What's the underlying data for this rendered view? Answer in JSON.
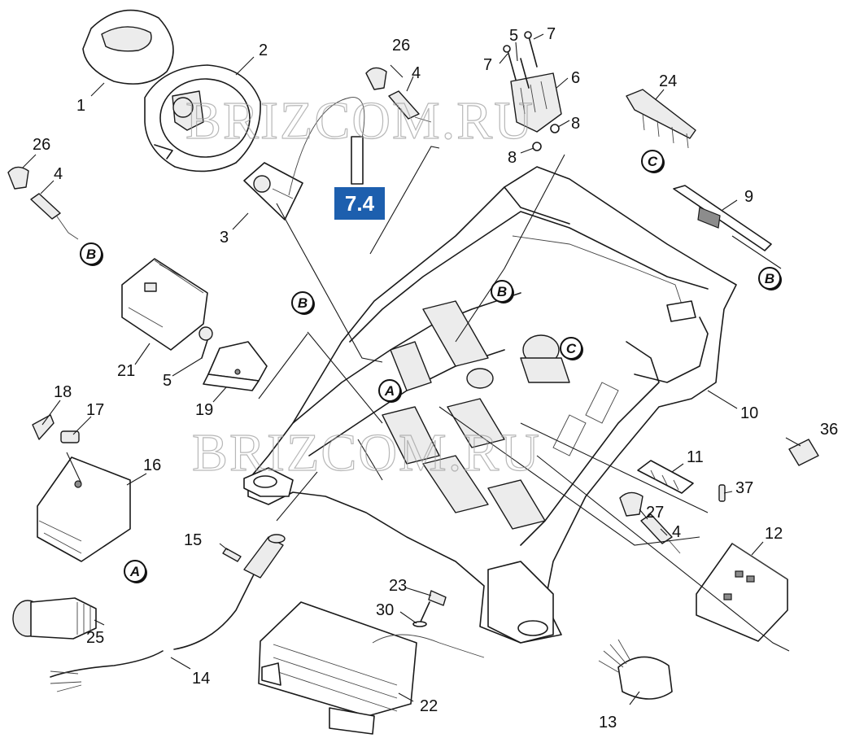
{
  "diagram": {
    "section_badge": "7.4",
    "watermark": "BRIZCOM.RU",
    "part_numbers": [
      "1",
      "2",
      "3",
      "4",
      "4",
      "4",
      "5",
      "5",
      "6",
      "7",
      "7",
      "8",
      "8",
      "9",
      "10",
      "11",
      "12",
      "13",
      "14",
      "15",
      "16",
      "17",
      "18",
      "19",
      "21",
      "22",
      "23",
      "24",
      "25",
      "26",
      "26",
      "27",
      "30",
      "36",
      "37"
    ],
    "reference_letters": [
      "A",
      "A",
      "B",
      "B",
      "B",
      "B",
      "C",
      "C"
    ]
  }
}
